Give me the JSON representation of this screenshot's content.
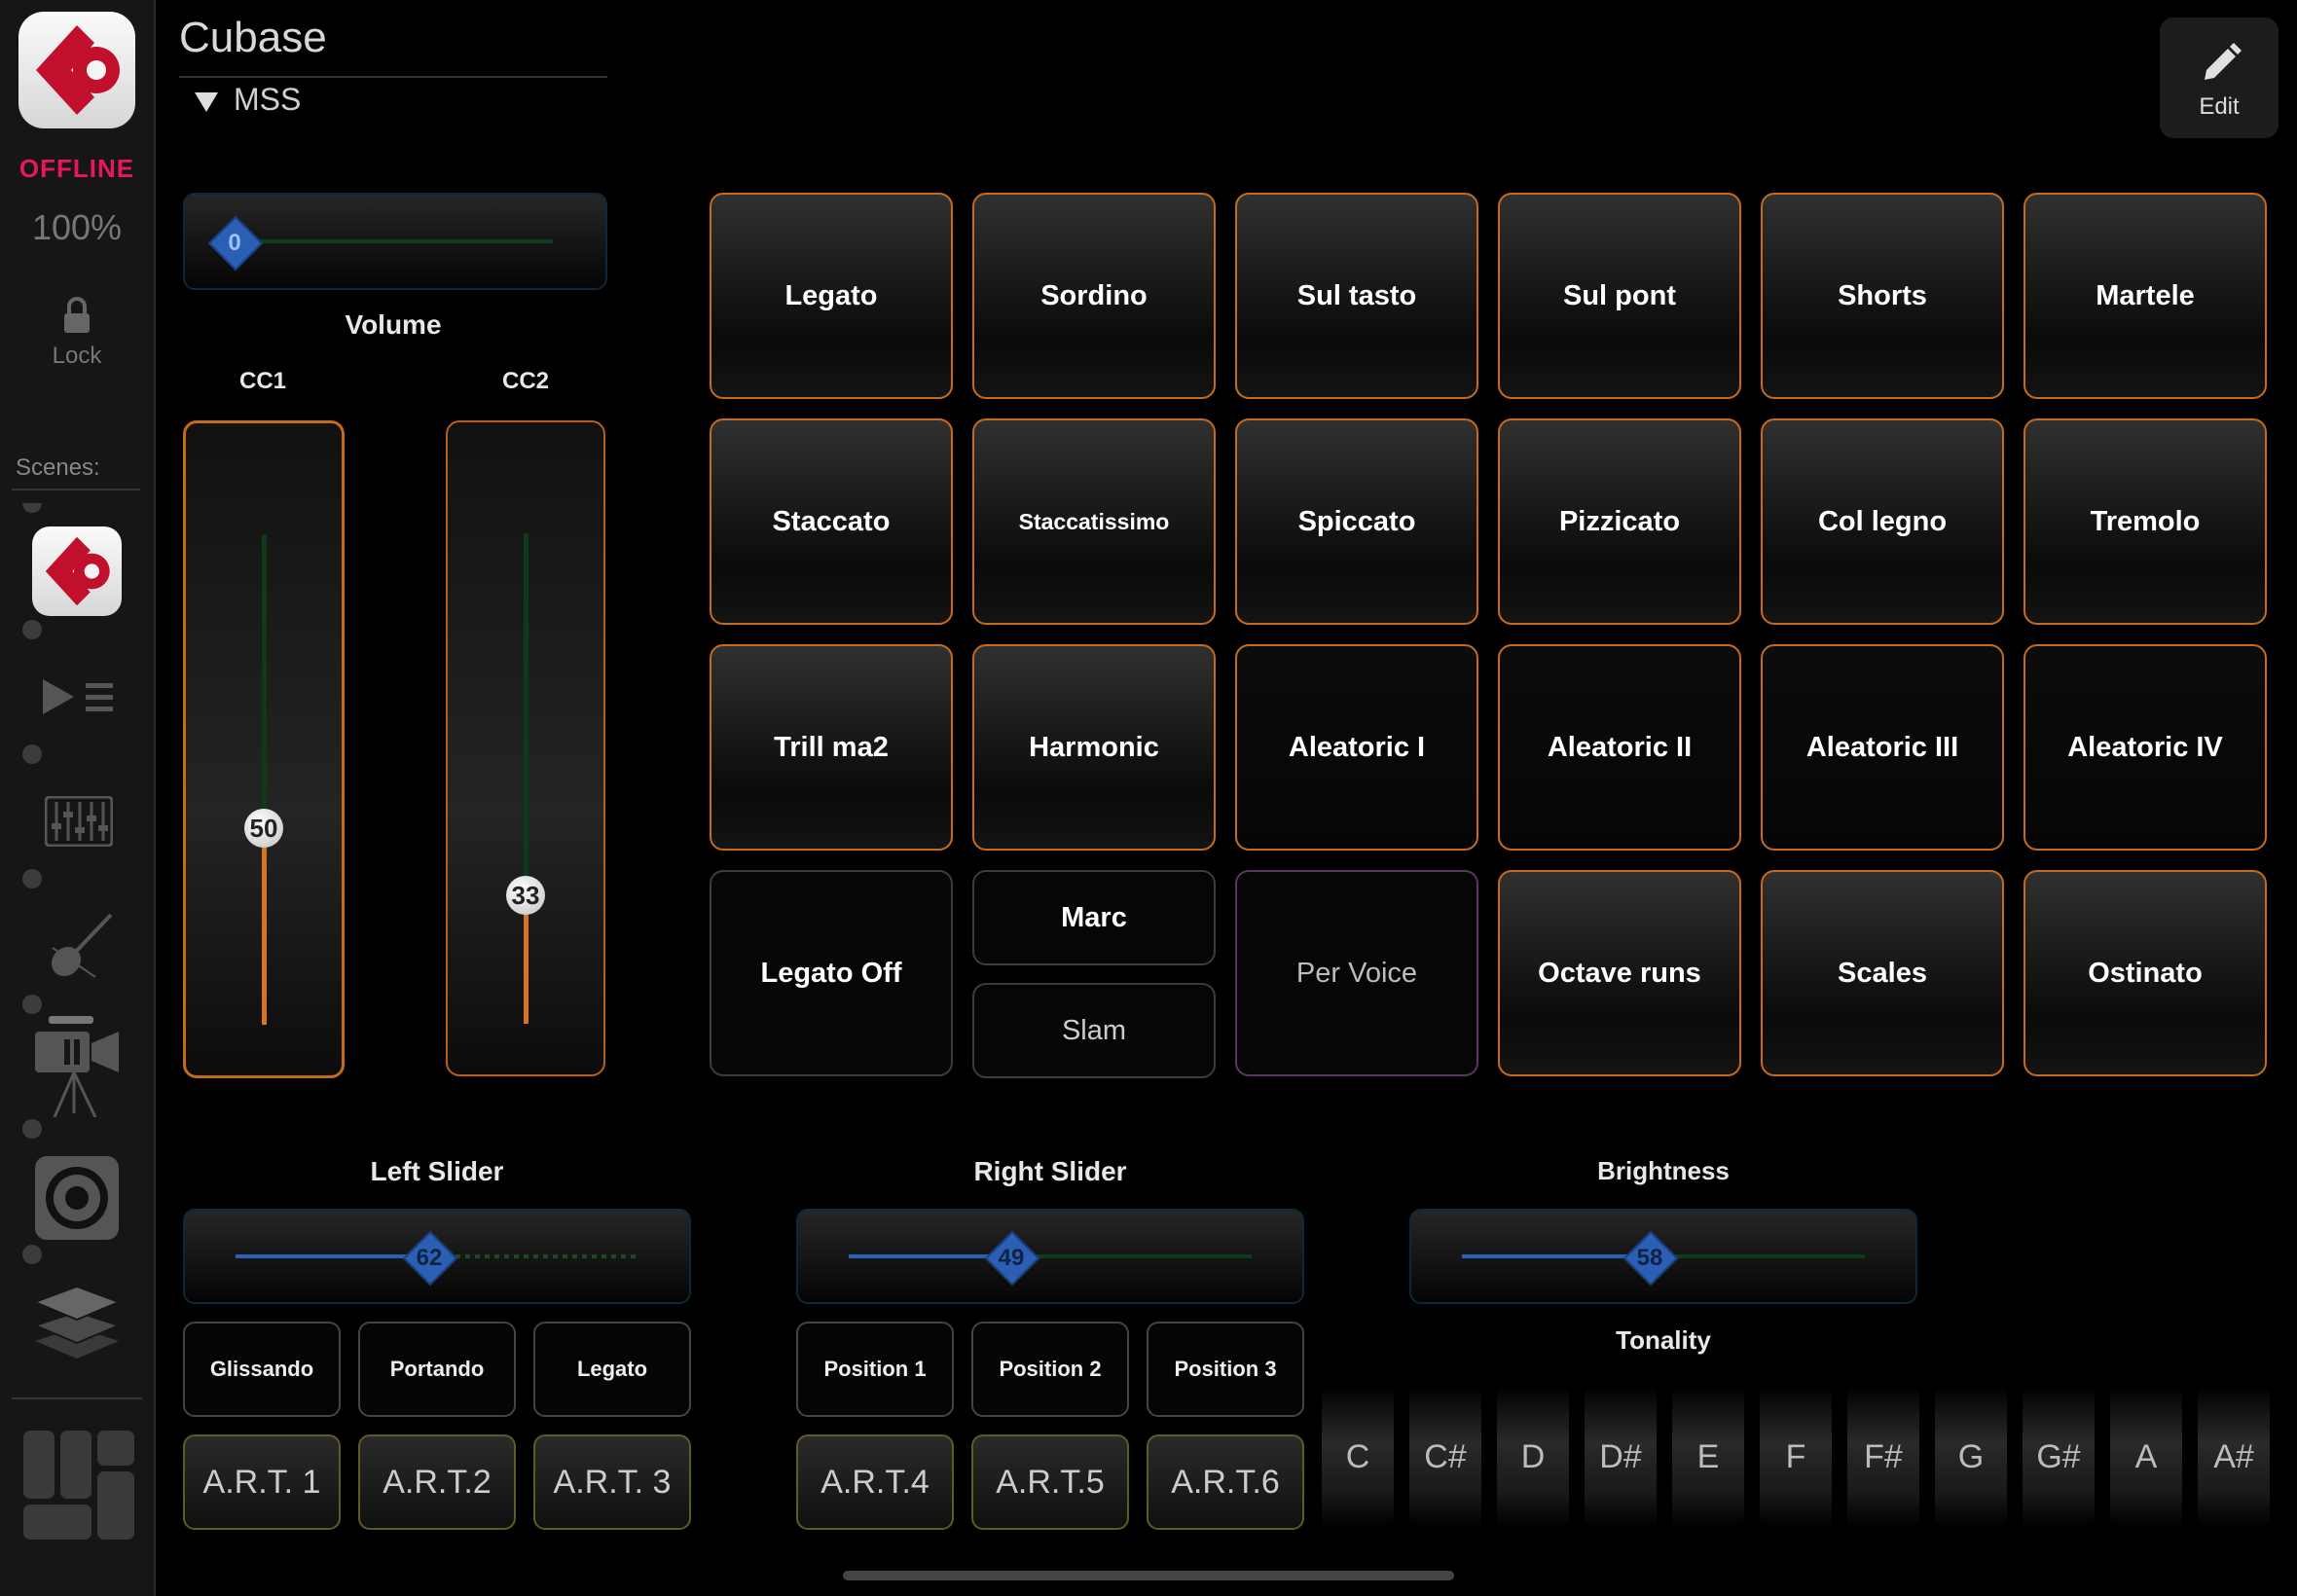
{
  "app": {
    "title": "Cubase",
    "status": "OFFLINE",
    "zoom": "100%",
    "lock_label": "Lock",
    "scenes_label": "Scenes:",
    "edit_label": "Edit"
  },
  "page": {
    "name": "MSS"
  },
  "colors": {
    "accent_orange": "#c66b1e",
    "slider_blue": "#2b5fb4",
    "offline_red": "#e8175d",
    "art_border": "#5f5a22",
    "purple": "#5c3560"
  },
  "volume": {
    "label": "Volume",
    "value": "0"
  },
  "cc": [
    {
      "label": "CC1",
      "value": "50"
    },
    {
      "label": "CC2",
      "value": "33"
    }
  ],
  "pads": [
    {
      "label": "Legato"
    },
    {
      "label": "Sordino"
    },
    {
      "label": "Sul tasto"
    },
    {
      "label": "Sul pont"
    },
    {
      "label": "Shorts"
    },
    {
      "label": "Martele"
    },
    {
      "label": "Staccato"
    },
    {
      "label": "Staccatissimo"
    },
    {
      "label": "Spiccato"
    },
    {
      "label": "Pizzicato"
    },
    {
      "label": "Col legno"
    },
    {
      "label": "Tremolo"
    },
    {
      "label": "Trill ma2"
    },
    {
      "label": "Harmonic"
    },
    {
      "label": "Aleatoric I"
    },
    {
      "label": "Aleatoric II"
    },
    {
      "label": "Aleatoric III"
    },
    {
      "label": "Aleatoric IV"
    },
    {
      "label": "Legato Off"
    },
    {
      "label": "Marc"
    },
    {
      "label": "Slam"
    },
    {
      "label": "Per Voice"
    },
    {
      "label": "Octave runs"
    },
    {
      "label": "Scales"
    },
    {
      "label": "Ostinato"
    }
  ],
  "sliders": [
    {
      "label": "Left Slider",
      "value": "62"
    },
    {
      "label": "Right Slider",
      "value": "49"
    },
    {
      "label": "Brightness",
      "value": "58"
    }
  ],
  "keyswitches": [
    "Glissando",
    "Portando",
    "Legato",
    "Position 1",
    "Position 2",
    "Position 3"
  ],
  "art_buttons": [
    "A.R.T. 1",
    "A.R.T.2",
    "A.R.T. 3",
    "A.R.T.4",
    "A.R.T.5",
    "A.R.T.6"
  ],
  "tonality": {
    "label": "Tonality",
    "keys": [
      "C",
      "C#",
      "D",
      "D#",
      "E",
      "F",
      "F#",
      "G",
      "G#",
      "A",
      "A#"
    ]
  },
  "sidebar_icons": [
    "cubase-logo-icon",
    "transport-icon",
    "mixer-icon",
    "violin-icon",
    "film-camera-icon",
    "speaker-icon",
    "layers-icon",
    "control-room-icon"
  ]
}
